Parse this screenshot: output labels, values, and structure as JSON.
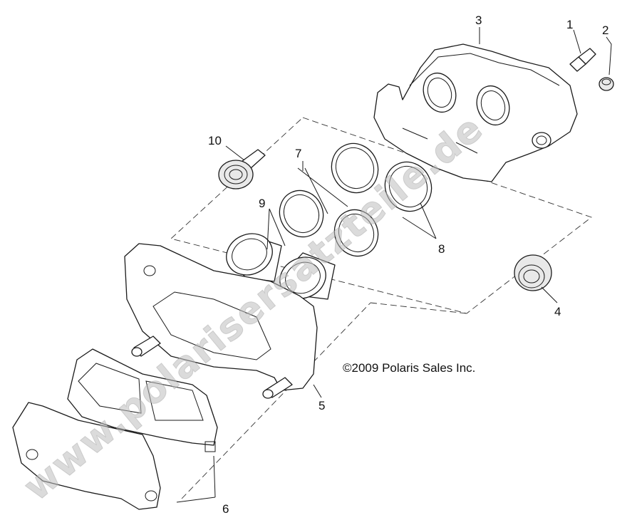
{
  "diagram": {
    "callouts": [
      "1",
      "2",
      "3",
      "4",
      "5",
      "6",
      "7",
      "8",
      "9",
      "10"
    ],
    "copyright": "©2009 Polaris Sales Inc."
  },
  "watermark": {
    "text": "www.polarisersatzteile.de"
  }
}
